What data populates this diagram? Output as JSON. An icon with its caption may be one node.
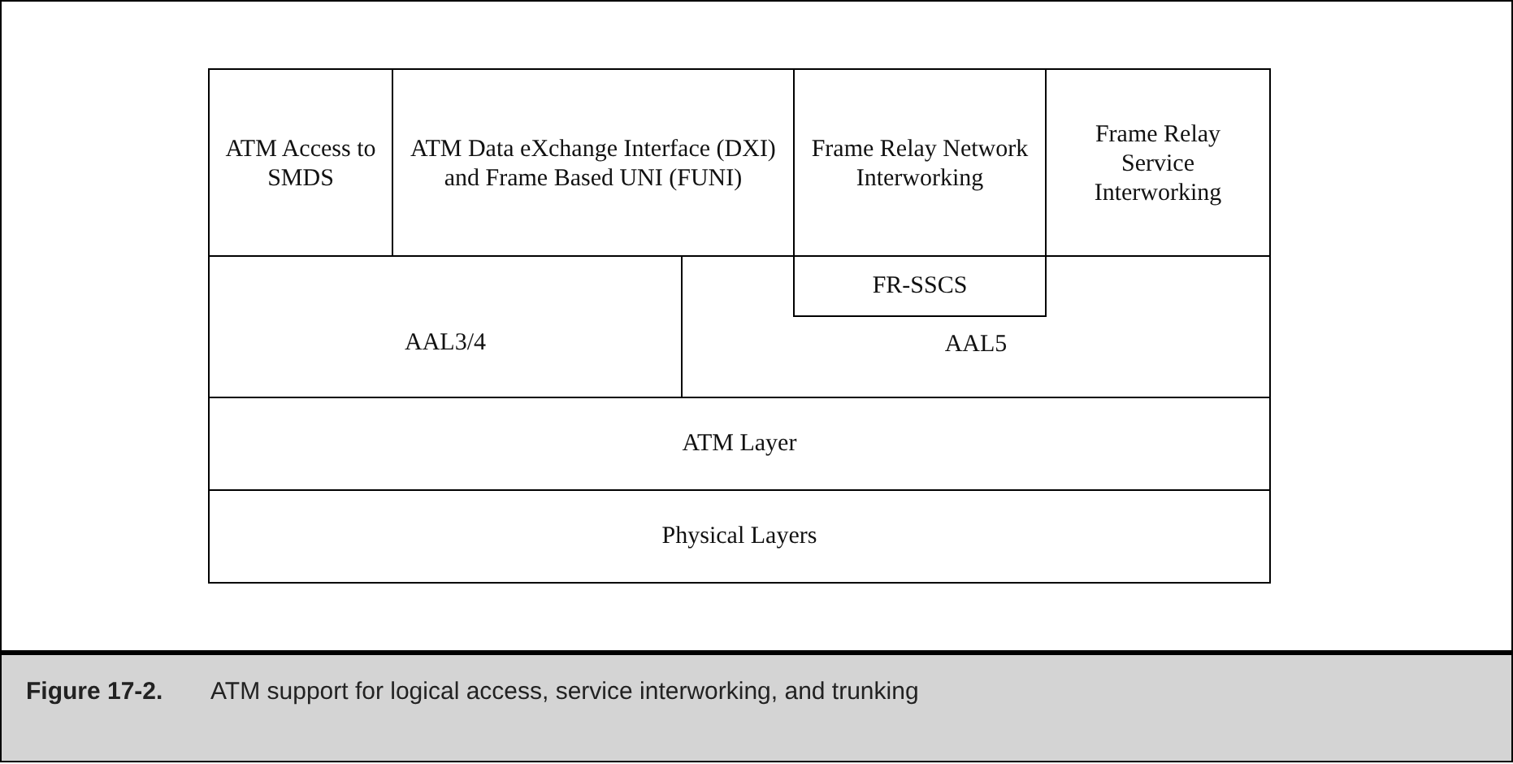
{
  "diagram": {
    "caption": "**Figure 17-2.** ATM support for logical access, service interworking, and trunking",
    "nodes": [
      {
        "text": [
          "ATM Access to SMDS"
        ]
      },
      {
        "text": [
          "ATM Data eXchange Interface (DXI) and Frame Based UNI (FUNI)"
        ]
      },
      {
        "text": [
          "Frame Relay Network Interworking"
        ]
      },
      {
        "text": [
          "Frame Relay Service Interworking"
        ]
      },
      {
        "text": [
          "AAL3/4"
        ]
      },
      {
        "text": [
          "AAL5"
        ]
      },
      {
        "text": [
          "FR-SSCS"
        ],
        "in": 5
      },
      {
        "text": [
          "ATM Layer"
        ]
      },
      {
        "text": [
          "Physical Layers"
        ]
      }
    ]
  }
}
